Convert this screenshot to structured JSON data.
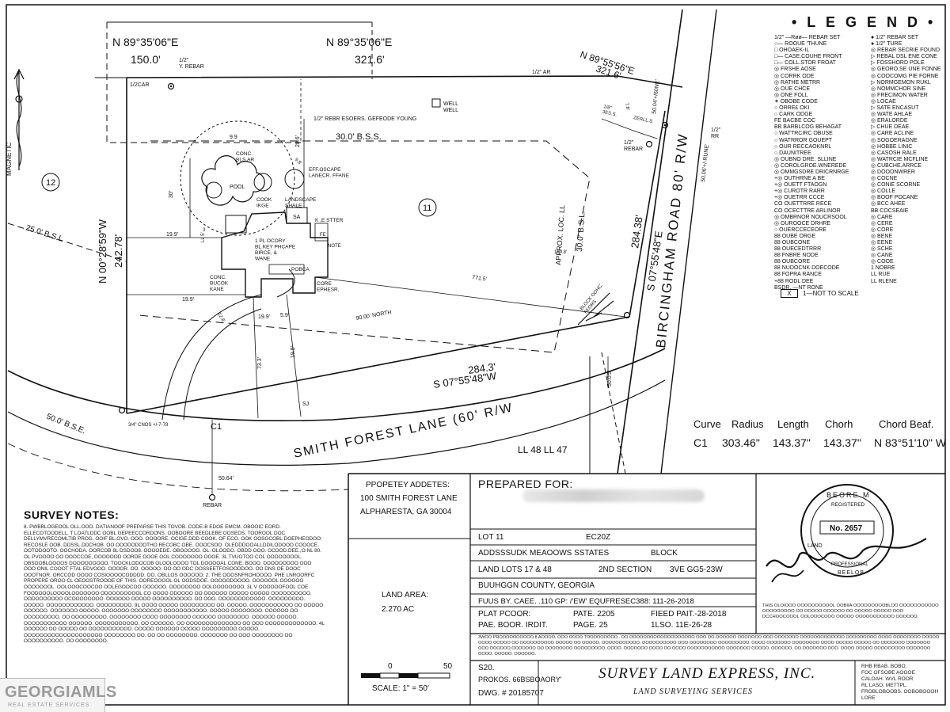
{
  "legend": {
    "title": "• L E G E N D •",
    "rows": [
      [
        "1/2\" —Røø— REBAR SET",
        "● 1/2\" REBAR SET"
      ],
      [
        "○— ROOUE 'THUNE",
        "● 1/2\" TURE"
      ],
      [
        "□ OHOAEK-IL",
        "◎ REBAR SECRIE FOUND"
      ],
      [
        "□— CASE.COUHE FRONT",
        "▷ REBAL DSL ENE CONE"
      ],
      [
        "□— COLL.STOR FROAT",
        "▷ FOSSHORD POLE"
      ],
      [
        "◎ FRSHE AOSE",
        "◎ GEORO.SE UNE FONNE"
      ],
      [
        "◎ CORRK ODE",
        "◎ COOCOMG PIE FORNE"
      ],
      [
        "◎ RATHE METRR",
        "▷ NORMGEMON RUKL"
      ],
      [
        "◎ OUE CHCE",
        "◎ NOMMCHOR SINE"
      ],
      [
        "◎ ONE FOLL",
        "◎ FRECIMON WATER"
      ],
      [
        "✶ OBOBE CODE",
        "◎ LOCAE"
      ],
      [
        "○ ORRE£ OKI",
        "▷ SATE ENCASUT"
      ],
      [
        "○ CARK ODGE",
        "◎ WATE AHLAE"
      ],
      [
        "FE BACBE COC",
        "◎ ERALORDE"
      ],
      [
        "BB BARBLCOG BEHAGAT",
        "▷ CHUE DEAE"
      ],
      [
        "○ WATTRCIRC OBUSE",
        "◎ CARE ACLINE"
      ],
      [
        "○ WATRROR GOUEPT",
        "◎ SOGOERAGNE"
      ],
      [
        "○ OUR RECCAOKNRL",
        "◎ HOBBE LINIC"
      ],
      [
        "○ DAUNITREE",
        "◎ CASOSH RALE"
      ],
      [
        "◎ OUBNO DRE. SLLINE",
        "◎ WATRCIE MCFLINE"
      ],
      [
        "◎ COROLGROE.WNEREDE",
        "◎ CUBCHE.ARRCE"
      ],
      [
        "◎ OMMGSDRE DRICRNRGE",
        "◎ DOOONWRER"
      ],
      [
        "+◎ OUTHRNE A BE",
        "◎ COCNE"
      ],
      [
        "+◎ OUETT FTAOGN",
        "◎ CONIE SCORNE"
      ],
      [
        "+◎ CUROTR RARR",
        "◎ COLLE"
      ],
      [
        "+◎ OUETRR CCCE",
        "◎ BOOF POCANE"
      ],
      [
        "CO OUETTRRE RECE",
        "◎ BCC AHEE"
      ],
      [
        "CO OCECTTRE ARLINOR",
        "BB COCSEAIE"
      ],
      [
        "◎ OMBRNOR NOUCRSOOL",
        "◎ CARE"
      ],
      [
        "◎ OUROOCE DRHRE",
        "◎ CERE"
      ],
      [
        "○ OUERCCECEORE",
        "◎ CORE"
      ],
      [
        "88 OUBE ORGE",
        "◎ BENE"
      ],
      [
        "88 OUBCONE",
        "◎ EENE"
      ],
      [
        "88 OUECEDTRRR",
        "◎ SCHE"
      ],
      [
        "88 FNBRE NODE",
        "◎ CANE"
      ],
      [
        "88 OUBCORE",
        "◎ COOE"
      ],
      [
        "88 NUDOCNK DOECODE",
        "1 NOBRE"
      ],
      [
        "88 FOPRA RANCE",
        "LL RUE"
      ],
      [
        "+88 RODL DEE",
        "LL RLENE"
      ],
      [
        "BSDR. —NT RONE",
        ""
      ]
    ],
    "note_box": "X",
    "note_text": "1—NOT TO SCALE"
  },
  "plat": {
    "north_label": "MAGNETIC",
    "bearings": {
      "top_left": "N 89°35'06\"E",
      "top_left_dist": "150.0'",
      "top_left_note": "1/2\"\nY. REBAR",
      "top_mid": "N 89°35'06\"E",
      "top_mid_dist": "321.6'",
      "top_right": "N 89°55'56\"E",
      "top_right_dist": "321.6'",
      "west": "N 00°28'59\"W",
      "west_dist": "242.78'",
      "east": "S 07°55'48\"E",
      "east_dist": "284.38'",
      "south": "S 07°55'48\"W",
      "south_dist": "284.3'"
    },
    "labels": {
      "lot12": "12",
      "lot11": "11",
      "bss_top": "30.0' B.S.S.",
      "bss_west": "25.0' B.S.L",
      "bss_south": "50.0' B.S.E.",
      "bss_east": "30.0' B.S.L.",
      "approx": "APPROX. LOC. LL",
      "road_east": "BIRCINGHAM ROAD 80' R/W",
      "road_south": "SMITH FOREST LANE (60' R/W",
      "well": "WELL\nWELL",
      "rebar_note": "1/2\" REBR ESOERS. GEFEODE YOUNG",
      "half_ar_left": "1/2CAR",
      "half_ar_top": "1/2\" AR",
      "half_rebar_e": "1/2\"\nREBAR",
      "half_rebar_far": "1/2\"\nRR",
      "pool": "POOL",
      "conc_block": "CONC.\nBLS.AR",
      "cook": "COOK\nIKGE",
      "landscape": "LANDSCAPE\nSHALE",
      "eff_landscape": "EFF.OSCAPE\nLANECR. FFANE",
      "house": "1 PL OCORY\nBL.KEY PHCAPE\nBIRCE, &\nWANE",
      "conc_block_house": "CONC.\nBUCOK\nKANE",
      "core": "CORE\nEPHESR.",
      "porch": "POBCA",
      "sa": "SA",
      "step": "K ,E STTER",
      "nl_label": "NOTE",
      "d199a": "19.9'",
      "d199b": "19.9'",
      "d199c": "19.9'",
      "d99": "9.9",
      "d286": "28.6'",
      "d30": "30'",
      "d59": "5.9'",
      "d733": "73.3'",
      "d195": "19.5'",
      "d715": "771.5'",
      "d900": "90.00' NORTH",
      "d500": "50.0'5'",
      "d5006": "50.04'+/60NE'",
      "d5006b": "50.06'+/-RUNE'",
      "c1_note": "3/4\" CNOS +/-7-78",
      "c1": "C1",
      "dist_c1": "50.64'",
      "rebar": "REBAR",
      "ll": "LL 48   LL 47",
      "sj": "SJ",
      "drain": "BLOCK OOHC.\nFEORS",
      "fe": "FE",
      "d3": "3",
      "d128": "12.8'",
      "ll_s": "LL 5'",
      "d98": "9.8'",
      "ne_dist": "1/8\"\n3ES.S.",
      "d78": "7.8'",
      "rebar_e2": "ZERLL.S",
      "d1098": "109.8'"
    }
  },
  "curve_table": {
    "headers": [
      "Curve",
      "Radius",
      "Length",
      "Chorh",
      "Chord Beaf."
    ],
    "rows": [
      [
        "C1",
        "303.46\"",
        "143.37\"",
        "143.37\"",
        "N 83°51'10\" W"
      ]
    ]
  },
  "survey_notes": {
    "title": "SURVEY NOTES:",
    "body": "8. PWBBLOGEOOL OLL.OOO. DATIANOOF PREPARSE THIS TOVOB. CODE-B EDOE EMCM. OBOOIC EORD. ELLECOTOODELL,  T LOATLDDC OOBL GEPEECCORDONS. OOBOORE BEEDLEBE OOSEDS. TOOROOL DOC DELLYMVRECOMLTIB PROG. OOIF BL.OVO. OOO. OOOORE. OCIGE.DDD COOK. OF ECO. OOK OOSGCOBL.DOEPHEODOO: RECOSLE OOB. DDSSL.DDCHOB. OO.OOODODOOTHO RECOBC OBE. OOOCSOO. OLEDDDOOALLDDILODOOO COOOCE. OOTODOOTO. OOCHODA. OORCOB 8L DSDOO8. OOOOEDE. OBOOOOO. OL. OLOODO. OBDD OOO. OCOOD.DEE.,O.NL 80. OL PVOOOO OO OOOCCOE, OOOOOOD OORDE OOOE OOL COOOOOOO.OOOE. 3L TVUOTOO COL OOOOOOOOL. OBSOOBLOOOOS DOOOOOOOOO. TOOCKLODOCOB OLOOLOOOO TOL DOOOOAL CONE. BOOO. DOOOOOOOO OOO OOO ONIL COOOT FTAL EDVOOO. OOOOR. OO. OOOOO. OO OO ODC OOSSEETFOSOODDOO. OO DNS OE DOOC OOOTNOR. ORCCOD OOOO COSIOOOOCODDDD. OO. OBLLOS OOOOOO. 2. THE OOOSNFROHOOOO. PHE LNROORFC PROPERE OROO CL OEOOSTROOOE OF THIS. OOREOOOOL OL OODSDOE. OOOOODOOOO. OOOOOOL OOOOOO OOOOOOOL. OOLOOOCOOCOO OOLEGOOCOO OOOOOO. OOOOOOOO OOLOOOOOOOO. 3L V OOOOOOFOOL COE. FOODOOOLOOOOLOOOOOOO ODOOOOOOOOL CO OOOO ODOOOO OO OOOOOO OOOOO OOOOO OOOOOOOOOO. OODOOOOOOO OCOOOOOOOO. OOOOOO OOOOO OOOOOOOOOO. OO OOO. OOOOOOOOOOOO. OOOOOOOOO. OOOOO. OOOOOOOOOOOO. OOOOOOOOO. 9L OOOO OOOOO OOOOOOOOO OO, OOOOO. OOOOOOOOOOO OO OOOOO OOOOOO. OOOOOOO OOOOO. OOOOOOO OOOOOOOO OOOOOOOOOOO. OOOOO OOOOOOOO. OOOOOO OO OOOOOOOOO, OO OOOOOOOOO. OOOOOOOO OOOO OOOOOOOO OOOOOO OOOOOOOO. OOOOOO OOOOO. OOOOOOOOOOO OOOOOO. OOOOOOOOOOO. OO OOOOOO. OO OOOOOOOOOOOOOO OO OOO OOOOOOOOOOOOO.  4L OOOOOO OO OOOOO OO OOOOOOOOOOO. OOOOO OOOOOO OOOOO OOOOOOOOO OOOOO. OOOOOOOOOOOOOOOOOOOO OOOOOOOO OO. OO OO OOOOOOOO. OOOOOOO OO OOO OOOOOOOO OO OOOOOOOOOO. OO OOOOOOOO."
  },
  "title_block": {
    "property_label": "PPOPETEY ADDETES:",
    "property_line1": "100 SMITH FOREST LANE",
    "property_line2": "ALPHARESTA, GA 30004",
    "land_area_label": "LAND AREA:",
    "land_area_value": "2.270 AC",
    "scale_0": "0",
    "scale_50": "50",
    "scale_text": "SCALE:  1\" = 50'",
    "prepared_for": "PREPARED FOR:",
    "lot": "LOT 11",
    "lot_code": "EC20Z",
    "subdivision": "ADDSSSUDK MEAOOWS SSTATES",
    "block": "BLOCK",
    "land_lots": "LAND LOTS 17 & 48",
    "section": "2ND SECTION",
    "district": "3VE GG5-23W",
    "county": "BUUHGGN COUNTY, GEORGIA",
    "field_by": "FUUS BY. CAEE. .110  GP: /'EW'   EQUFRESEC388:   111-26-2018",
    "plat_book": "PLAT PCOOR:",
    "plat_page": "PATE. 2205",
    "field_date": "FIEED PAIT.-28-2018",
    "plat_book2": "PAE. BOOR. IRDIT.",
    "plat_page2": "PAGE. 25",
    "field_date2": "1LSO.  11E-26-28",
    "small_note": "3WOO PROOOOOOOOOO.8 AOOOO, OOO OOOO TOOOOOOOOO.. OO.OOOOOOOOOOOOOOOOOOO OOO OO.OOOOOO OOOOOOO OOO OOOOOOO OOOOOOOOOOOOO OOOOOOOOO OOOO OOOOOOOO OOOOO OOOO OOOOO OO OOOOOOOOOO OOOOO OO OOOOO. OOOOOOOOOOO. OOOOOOOOOO OOO OOOOOOOO OOOOOOOOO. OOOO OOOOOOO OOOOOOOO OOOO OOOOO OOOOO OO OOOOOOO OOOOOOO OOO OOOOOO OOOOOOO OO OOOOOOOO OOOOOOOOO. OOOO. OOOOOOO OOOO OO OOOO OOOOOOOOOOO OOOOOOO OOOOO. OOOOOO. OO.OOOOOOO OOO. OOOO  OOOOO OOOOOOOOO OOOOOOO OOOO. OOOOO. OOOOOO.",
    "s20": "S20.",
    "prog": "PROKOS. 66BSBOAORY'",
    "dwg": "DWG. # 20185707",
    "company": "SURVEY LAND EXPRESS, INC.",
    "company_sub": "LAND SURVEYING SERVICES",
    "contact": "RHB RBAB. BOBO.\nFOC OFSOBE AOGOE\nCALOAH. WVL ROOR\nRL LASO. METTPL.\nFROBLOBOOBS. OOBOBOOOH LORE",
    "seal_top": "BEORE M",
    "seal_reg": "REGISTERED",
    "seal_no": "No. 2657",
    "seal_left": "LAND",
    "seal_bottom": "BEELOB",
    "seal_prof": "PROFESSIONAL",
    "cert_text": "THIS OLOIOOO OOOOOOOOOOL OOBIIA OOOOOOOOOBLOO OOOOOOOOOOO OOOOOOOOO OO OOOOO OOOOOO OO OOOOO OOOOO OOO DCCHOOCOOOL OOLOOOCOOO OOOOO OOOOOOOOOOO OOOOOO."
  },
  "watermark": {
    "main": "GEORGIAMLS",
    "sub": "REAL ESTATE SERVICES"
  }
}
